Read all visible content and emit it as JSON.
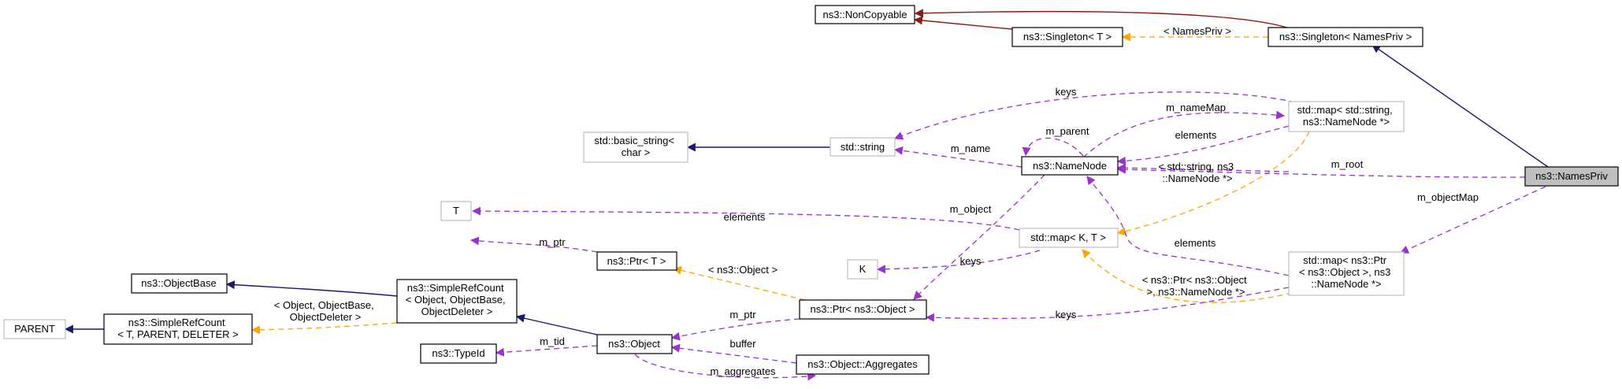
{
  "nodes": {
    "noncopyable": {
      "label": [
        "ns3::NonCopyable"
      ]
    },
    "singleton_t": {
      "label": [
        "ns3::Singleton< T >"
      ]
    },
    "singleton_names": {
      "label": [
        "ns3::Singleton< NamesPriv >"
      ]
    },
    "map_string_namenode": {
      "label": [
        "std::map< std::string,",
        "ns3::NameNode *>"
      ]
    },
    "basic_string": {
      "label": [
        "std::basic_string<",
        "char >"
      ]
    },
    "std_string": {
      "label": [
        "std::string"
      ]
    },
    "namenode": {
      "label": [
        "ns3::NameNode"
      ]
    },
    "namespriv": {
      "label": [
        "ns3::NamesPriv"
      ]
    },
    "t": {
      "label": [
        "T"
      ]
    },
    "map_k_t": {
      "label": [
        "std::map< K, T >"
      ]
    },
    "ptr_t": {
      "label": [
        "ns3::Ptr< T >"
      ]
    },
    "k": {
      "label": [
        "K"
      ]
    },
    "map_ptr_object": {
      "label": [
        "std::map< ns3::Ptr",
        "< ns3::Object >, ns3",
        "::NameNode *>"
      ]
    },
    "objectbase": {
      "label": [
        "ns3::ObjectBase"
      ]
    },
    "simplerefcount_obj": {
      "label": [
        "ns3::SimpleRefCount",
        "< Object, ObjectBase,",
        "ObjectDeleter >"
      ]
    },
    "ptr_object": {
      "label": [
        "ns3::Ptr< ns3::Object >"
      ]
    },
    "parent": {
      "label": [
        "PARENT"
      ]
    },
    "simplerefcount_t": {
      "label": [
        "ns3::SimpleRefCount",
        "< T, PARENT, DELETER >"
      ]
    },
    "typeid": {
      "label": [
        "ns3::TypeId"
      ]
    },
    "object": {
      "label": [
        "ns3::Object"
      ]
    },
    "aggregates": {
      "label": [
        "ns3::Object::Aggregates"
      ]
    }
  },
  "edge_labels": {
    "names_priv_tmpl": [
      "< NamesPriv >"
    ],
    "keys_top": [
      "keys"
    ],
    "m_nameMap": [
      "m_nameMap"
    ],
    "m_parent": [
      "m_parent"
    ],
    "elements_right": [
      "elements"
    ],
    "m_name": [
      "m_name"
    ],
    "string_namenode_tmpl": [
      "< std::string, ns3",
      "::NameNode *>"
    ],
    "m_root": [
      "m_root"
    ],
    "m_objectMap": [
      "m_objectMap"
    ],
    "m_object": [
      "m_object"
    ],
    "elements_left": [
      "elements"
    ],
    "m_ptr_t": [
      "m_ptr"
    ],
    "object_tmpl": [
      "< ns3::Object >"
    ],
    "keys_k": [
      "keys"
    ],
    "elements_lower": [
      "elements"
    ],
    "ptr_object_tmpl": [
      "< ns3::Ptr< ns3::Object",
      ">, ns3::NameNode *>"
    ],
    "srefcount_tmpl": [
      "< Object, ObjectBase,",
      "ObjectDeleter >"
    ],
    "keys_bottom": [
      "keys"
    ],
    "m_ptr_object": [
      "m_ptr"
    ],
    "m_tid": [
      "m_tid"
    ],
    "buffer": [
      "buffer"
    ],
    "m_aggregates": [
      "m_aggregates"
    ]
  },
  "colors": {
    "inheritance": "#191970",
    "private_inheritance": "#8b1a1a",
    "usage": "#9a32cd",
    "template": "#ffa500",
    "focus_fill": "#bfbfbf"
  }
}
